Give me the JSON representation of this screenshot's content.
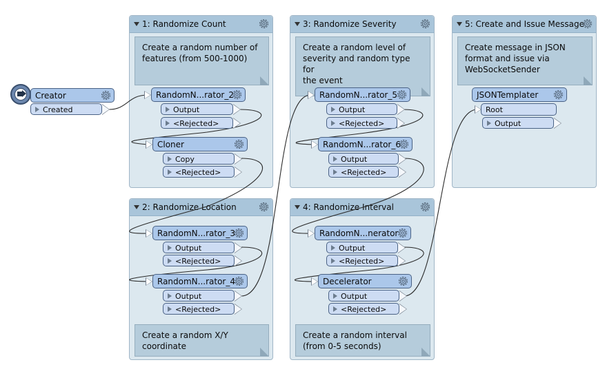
{
  "bookmarks": [
    {
      "id": "bm1",
      "title": "1: Randomize Count",
      "note": [
        "Create a random number of",
        "features (from 500-1000)"
      ]
    },
    {
      "id": "bm2",
      "title": "2: Randomize Location",
      "note": [
        "Create a random X/Y",
        "coordinate"
      ]
    },
    {
      "id": "bm3",
      "title": "3: Randomize Severity",
      "note": [
        "Create a random level of",
        "severity and random type for",
        "the event"
      ]
    },
    {
      "id": "bm4",
      "title": "4: Randomize Interval",
      "note": [
        "Create a random interval",
        "(from 0-5 seconds)"
      ]
    },
    {
      "id": "bm5",
      "title": "5: Create and Issue Message",
      "note": [
        "Create message in JSON",
        "format and issue via",
        "WebSocketSender"
      ]
    }
  ],
  "transformers": {
    "creator": {
      "label": "Creator",
      "ports": [
        "Created"
      ]
    },
    "rng2": {
      "label": "RandomN...rator_2",
      "ports": [
        "Output",
        "<Rejected>"
      ]
    },
    "cloner": {
      "label": "Cloner",
      "ports": [
        "Copy",
        "<Rejected>"
      ]
    },
    "rng3": {
      "label": "RandomN...rator_3",
      "ports": [
        "Output",
        "<Rejected>"
      ]
    },
    "rng4": {
      "label": "RandomN...rator_4",
      "ports": [
        "Output",
        "<Rejected>"
      ]
    },
    "rng5": {
      "label": "RandomN...rator_5",
      "ports": [
        "Output",
        "<Rejected>"
      ]
    },
    "rng6": {
      "label": "RandomN...rator_6",
      "ports": [
        "Output",
        "<Rejected>"
      ]
    },
    "rngx": {
      "label": "RandomN...nerator",
      "ports": [
        "Output",
        "<Rejected>"
      ]
    },
    "decelerator": {
      "label": "Decelerator",
      "ports": [
        "Output",
        "<Rejected>"
      ]
    },
    "json": {
      "label": "JSONTemplater",
      "input": "Root",
      "ports": [
        "Output"
      ]
    }
  },
  "colors": {
    "bookmark_header": "#a9c5da",
    "bookmark_body": "#dce8ef",
    "note": "#b5ccdb",
    "node": "#abc7ea",
    "port": "#cddcf3",
    "link": "#2b2b2b"
  }
}
